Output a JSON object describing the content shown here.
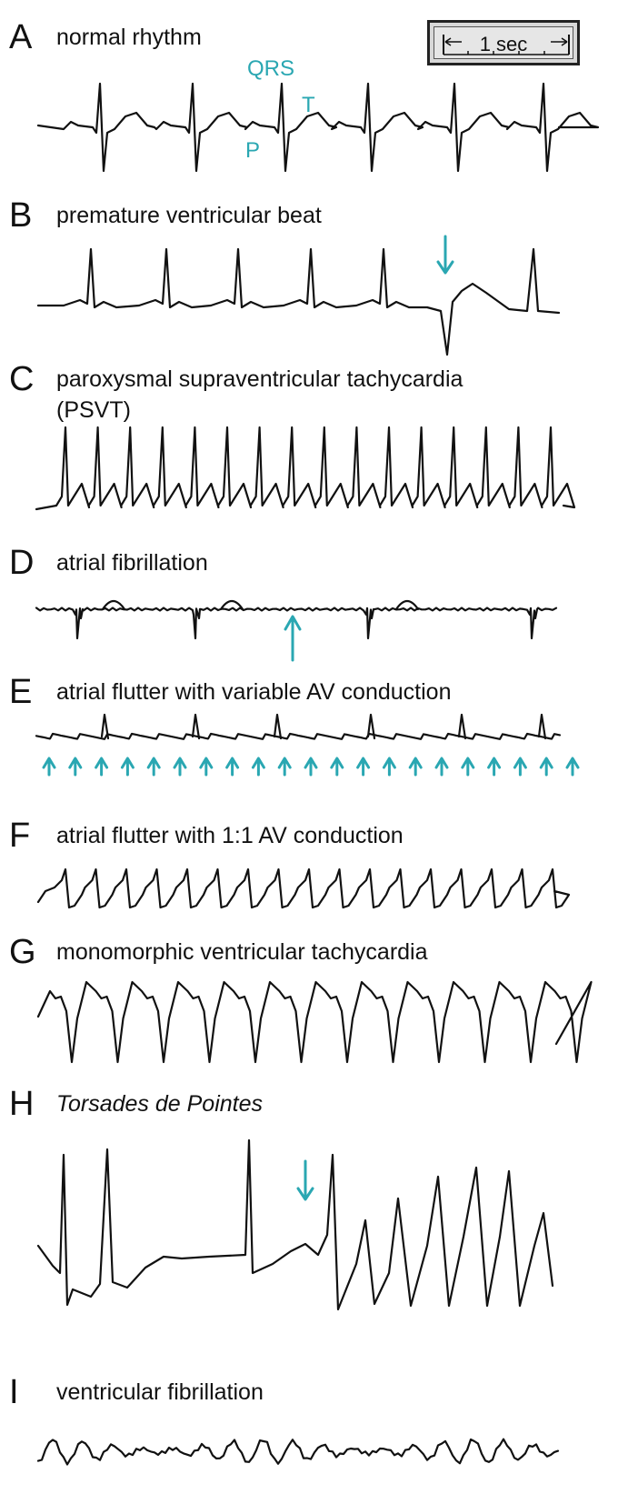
{
  "scale": {
    "label": "1 sec"
  },
  "annotations": {
    "qrs": "QRS",
    "t": "T",
    "p": "P"
  },
  "accent_color": "#2aa7b2",
  "panels": [
    {
      "letter": "A",
      "title": "normal rhythm"
    },
    {
      "letter": "B",
      "title": "premature ventricular beat"
    },
    {
      "letter": "C",
      "title": "paroxysmal supraventricular tachycardia",
      "title2": "(PSVT)"
    },
    {
      "letter": "D",
      "title": "atrial fibrillation"
    },
    {
      "letter": "E",
      "title": "atrial flutter with variable AV conduction"
    },
    {
      "letter": "F",
      "title": "atrial flutter with 1:1 AV conduction"
    },
    {
      "letter": "G",
      "title": "monomorphic ventricular tachycardia"
    },
    {
      "letter": "H",
      "title": "Torsades de Pointes"
    },
    {
      "letter": "I",
      "title": "ventricular fibrillation"
    }
  ]
}
